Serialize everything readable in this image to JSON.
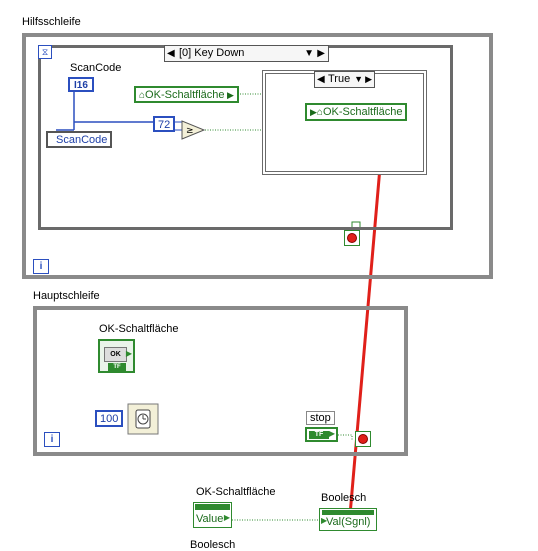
{
  "hilfsschleife": {
    "title": "Hilfsschleife",
    "event_case_selector": "[0] Key Down",
    "scancode_label": "ScanCode",
    "scancode_type": "I16",
    "scancode_node": "ScanCode",
    "constant_72": "72",
    "ok_property_node": "OK-Schaltfläche",
    "case_selector": "True",
    "ok_local_variable": "OK-Schaltfläche",
    "iteration_terminal": "i"
  },
  "hauptschleife": {
    "title": "Hauptschleife",
    "ok_button_label": "OK-Schaltfläche",
    "ok_button_text": "OK",
    "ok_button_type": "TF",
    "wait_constant": "100",
    "stop_label": "stop",
    "stop_type": "TF",
    "iteration_terminal": "i"
  },
  "property_node": {
    "label": "OK-Schaltfläche",
    "property": "Value"
  },
  "boolesch_node": {
    "label": "Boolesch",
    "property": "Val(Sgnl)",
    "bottom_label": "Boolesch"
  },
  "colors": {
    "loop_border": "#8a8a8a",
    "boolean_wire": "#2f8a2f",
    "numeric_wire": "#2b4fbf",
    "arrow": "#e0201a"
  }
}
